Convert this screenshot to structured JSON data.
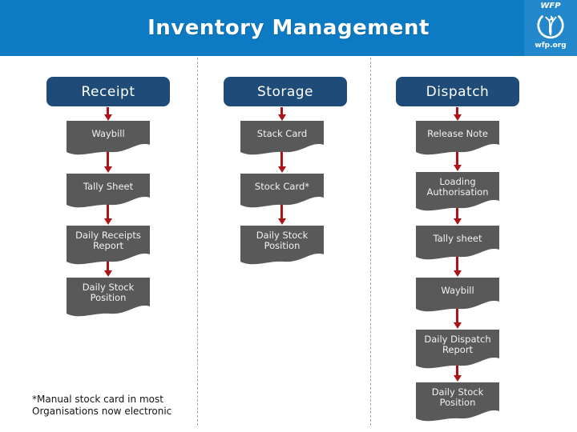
{
  "slide": {
    "title": "Inventory Management",
    "footnote": {
      "line1": "*Manual stock card in most",
      "line2": "Organisations now electronic"
    }
  },
  "logo": {
    "acronym": "WFP",
    "domain": "wfp.org"
  },
  "columns": [
    {
      "title": "Receipt",
      "boxes": [
        {
          "label": "Waybill"
        },
        {
          "label": "Tally Sheet"
        },
        {
          "label": "Daily Receipts Report"
        },
        {
          "label": "Daily Stock Position"
        }
      ]
    },
    {
      "title": "Storage",
      "boxes": [
        {
          "label": "Stack Card"
        },
        {
          "label": "Stock Card*"
        },
        {
          "label": "Daily Stock Position"
        }
      ]
    },
    {
      "title": "Dispatch",
      "boxes": [
        {
          "label": "Release Note"
        },
        {
          "label": "Loading Authorisation"
        },
        {
          "label": "Tally sheet"
        },
        {
          "label": "Waybill"
        },
        {
          "label": "Daily Dispatch Report"
        },
        {
          "label": "Daily Stock Position"
        }
      ]
    }
  ],
  "colors": {
    "header_bar": "#0d7ac4",
    "logo_panel": "#2287cb",
    "category_header": "#1e4b77",
    "document_box": "#595959",
    "arrow": "#ae1317",
    "divider": "#a6a6a6"
  }
}
